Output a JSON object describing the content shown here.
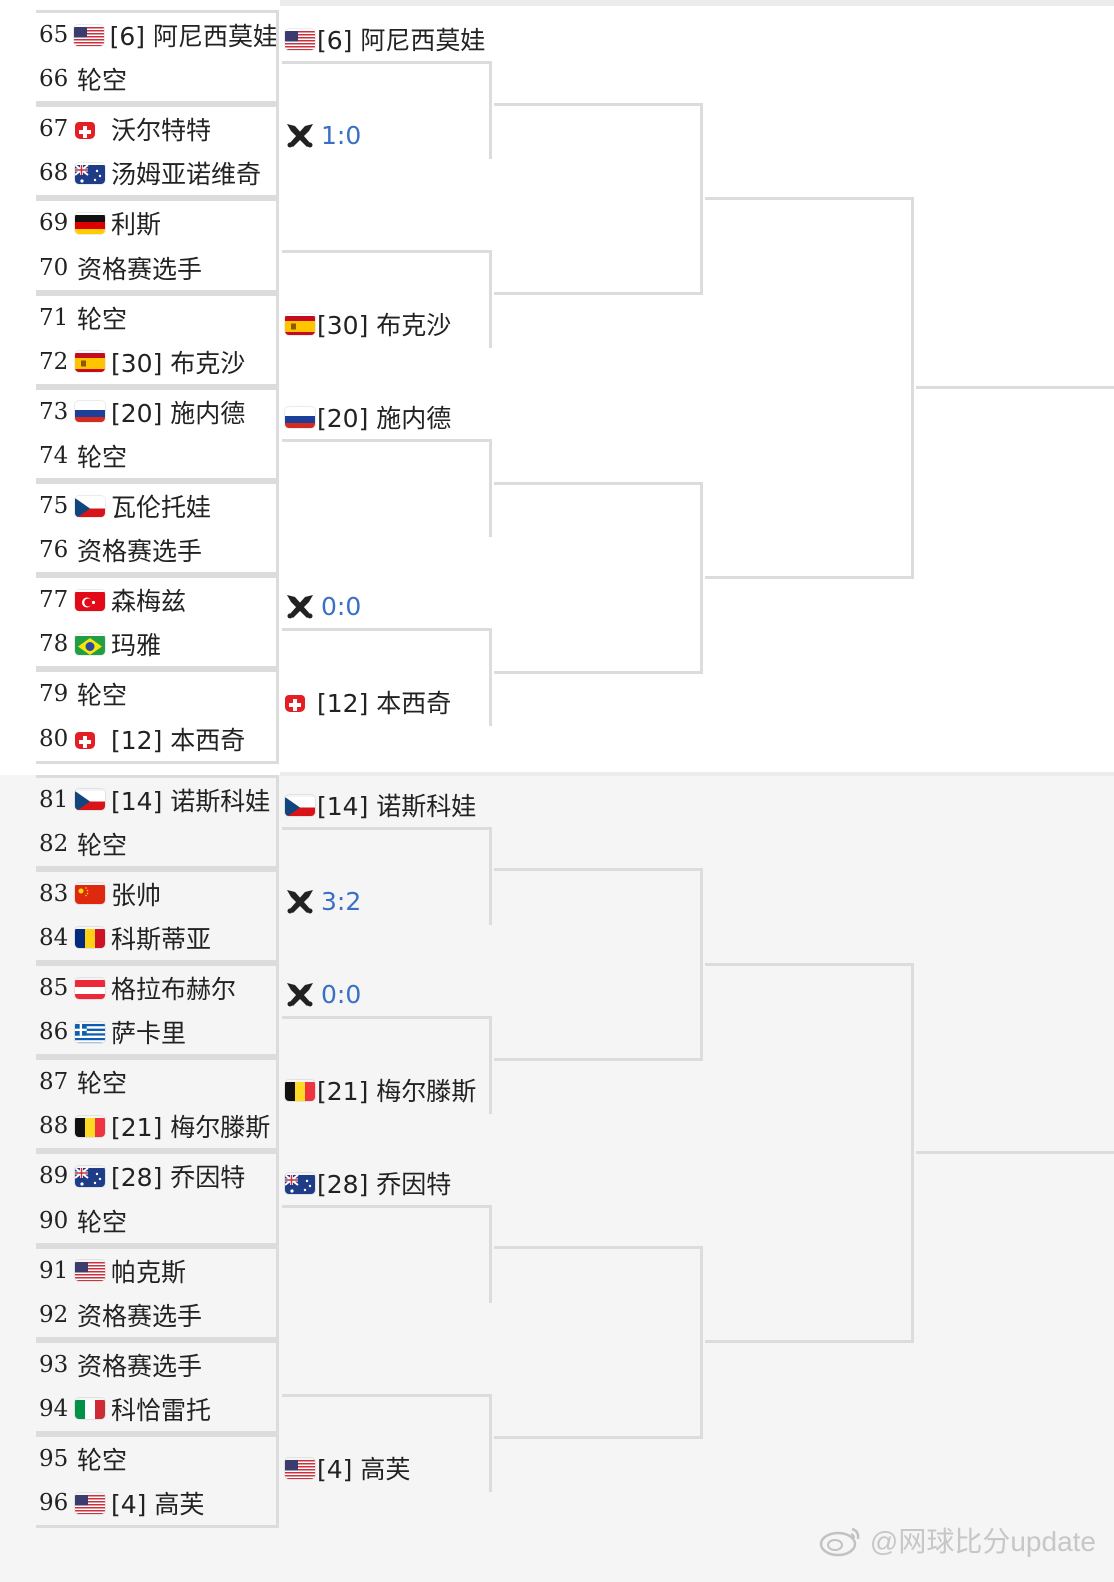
{
  "round1": [
    {
      "seed": "65",
      "flag": "us",
      "name": "[6] 阿尼西莫娃"
    },
    {
      "seed": "66",
      "flag": "",
      "name": "轮空"
    },
    {
      "seed": "67",
      "flag": "ch-small",
      "name": "沃尔特特"
    },
    {
      "seed": "68",
      "flag": "au",
      "name": "汤姆亚诺维奇"
    },
    {
      "seed": "69",
      "flag": "de",
      "name": "利斯"
    },
    {
      "seed": "70",
      "flag": "",
      "name": "资格赛选手"
    },
    {
      "seed": "71",
      "flag": "",
      "name": "轮空"
    },
    {
      "seed": "72",
      "flag": "es",
      "name": "[30] 布克沙"
    },
    {
      "seed": "73",
      "flag": "ru",
      "name": "[20] 施内德"
    },
    {
      "seed": "74",
      "flag": "",
      "name": "轮空"
    },
    {
      "seed": "75",
      "flag": "cz",
      "name": "瓦伦托娃"
    },
    {
      "seed": "76",
      "flag": "",
      "name": "资格赛选手"
    },
    {
      "seed": "77",
      "flag": "tr",
      "name": "森梅兹"
    },
    {
      "seed": "78",
      "flag": "br",
      "name": "玛雅"
    },
    {
      "seed": "79",
      "flag": "",
      "name": "轮空"
    },
    {
      "seed": "80",
      "flag": "ch-small",
      "name": "[12] 本西奇"
    },
    {
      "seed": "81",
      "flag": "cz",
      "name": "[14] 诺斯科娃"
    },
    {
      "seed": "82",
      "flag": "",
      "name": "轮空"
    },
    {
      "seed": "83",
      "flag": "cn",
      "name": "张帅"
    },
    {
      "seed": "84",
      "flag": "ro",
      "name": "科斯蒂亚"
    },
    {
      "seed": "85",
      "flag": "at",
      "name": "格拉布赫尔"
    },
    {
      "seed": "86",
      "flag": "gr",
      "name": "萨卡里"
    },
    {
      "seed": "87",
      "flag": "",
      "name": "轮空"
    },
    {
      "seed": "88",
      "flag": "be",
      "name": "[21] 梅尔滕斯"
    },
    {
      "seed": "89",
      "flag": "au",
      "name": "[28] 乔因特"
    },
    {
      "seed": "90",
      "flag": "",
      "name": "轮空"
    },
    {
      "seed": "91",
      "flag": "us",
      "name": "帕克斯"
    },
    {
      "seed": "92",
      "flag": "",
      "name": "资格赛选手"
    },
    {
      "seed": "93",
      "flag": "",
      "name": "资格赛选手"
    },
    {
      "seed": "94",
      "flag": "it",
      "name": "科恰雷托"
    },
    {
      "seed": "95",
      "flag": "",
      "name": "轮空"
    },
    {
      "seed": "96",
      "flag": "us",
      "name": "[4] 高芙"
    }
  ],
  "round2": [
    {
      "kind": "player",
      "flag": "us",
      "name": "[6] 阿尼西莫娃"
    },
    {
      "kind": "score",
      "score": "1:0"
    },
    {
      "kind": "empty"
    },
    {
      "kind": "player",
      "flag": "es",
      "name": "[30] 布克沙"
    },
    {
      "kind": "player",
      "flag": "ru",
      "name": "[20] 施内德"
    },
    {
      "kind": "empty"
    },
    {
      "kind": "score",
      "score": "0:0"
    },
    {
      "kind": "player",
      "flag": "ch-small",
      "name": "[12] 本西奇"
    },
    {
      "kind": "player",
      "flag": "cz",
      "name": "[14] 诺斯科娃"
    },
    {
      "kind": "score",
      "score": "3:2"
    },
    {
      "kind": "score",
      "score": "0:0"
    },
    {
      "kind": "player",
      "flag": "be",
      "name": "[21] 梅尔滕斯"
    },
    {
      "kind": "player",
      "flag": "au",
      "name": "[28] 乔因特"
    },
    {
      "kind": "empty"
    },
    {
      "kind": "empty"
    },
    {
      "kind": "player",
      "flag": "us",
      "name": "[4] 高芙"
    }
  ],
  "watermark": "@网球比分update"
}
